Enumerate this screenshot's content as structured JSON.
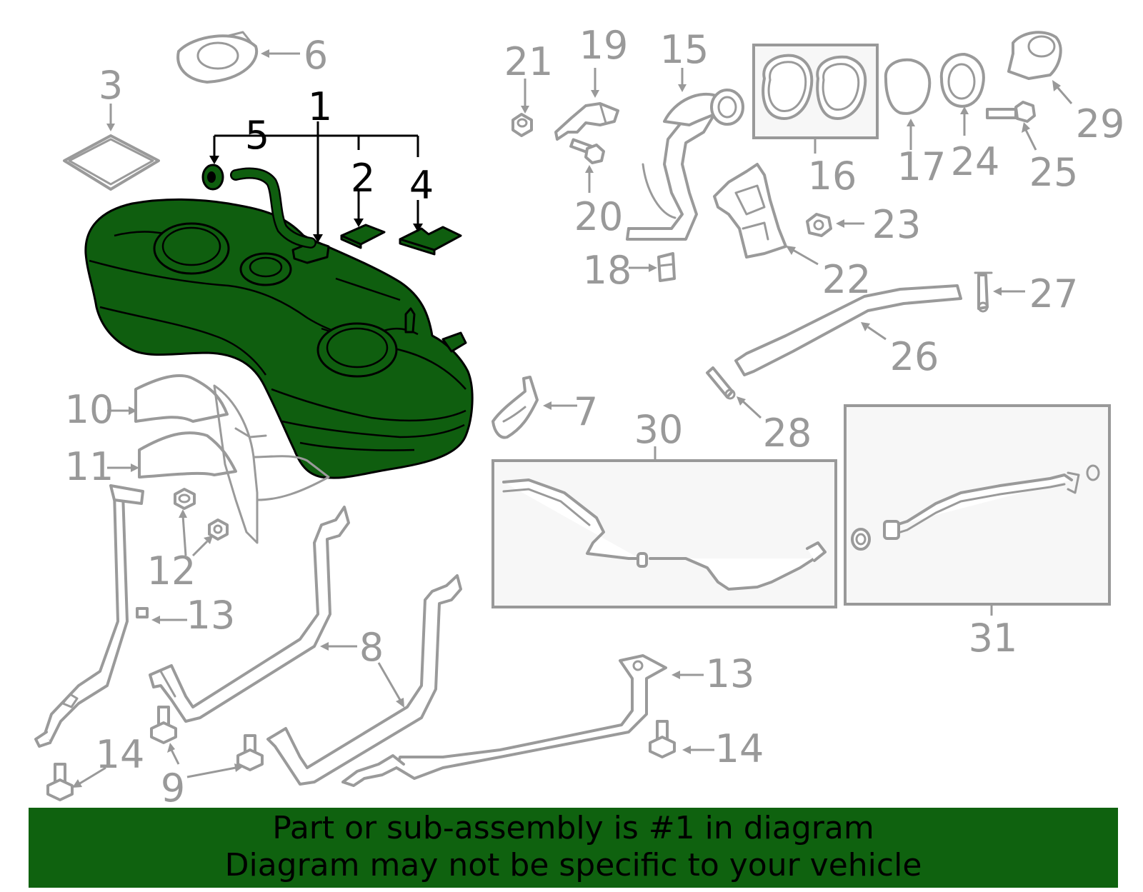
{
  "diagram": {
    "highlight_color": "#0f620f",
    "highlighted_parts": [
      "1",
      "2",
      "4",
      "5"
    ],
    "callouts": {
      "c1": "1",
      "c2": "2",
      "c3": "3",
      "c4": "4",
      "c5": "5",
      "c6": "6",
      "c7": "7",
      "c8": "8",
      "c9": "9",
      "c10": "10",
      "c11": "11",
      "c12": "12",
      "c13a": "13",
      "c13b": "13",
      "c14a": "14",
      "c14b": "14",
      "c15": "15",
      "c16": "16",
      "c17": "17",
      "c18": "18",
      "c19": "19",
      "c20": "20",
      "c21": "21",
      "c22": "22",
      "c23": "23",
      "c24": "24",
      "c25": "25",
      "c26": "26",
      "c27": "27",
      "c28": "28",
      "c29": "29",
      "c30": "30",
      "c31": "31"
    }
  },
  "banner": {
    "line1": "Part or sub-assembly is #1 in diagram",
    "line2": "Diagram may not be specific to your vehicle",
    "background": "#0f620f"
  }
}
